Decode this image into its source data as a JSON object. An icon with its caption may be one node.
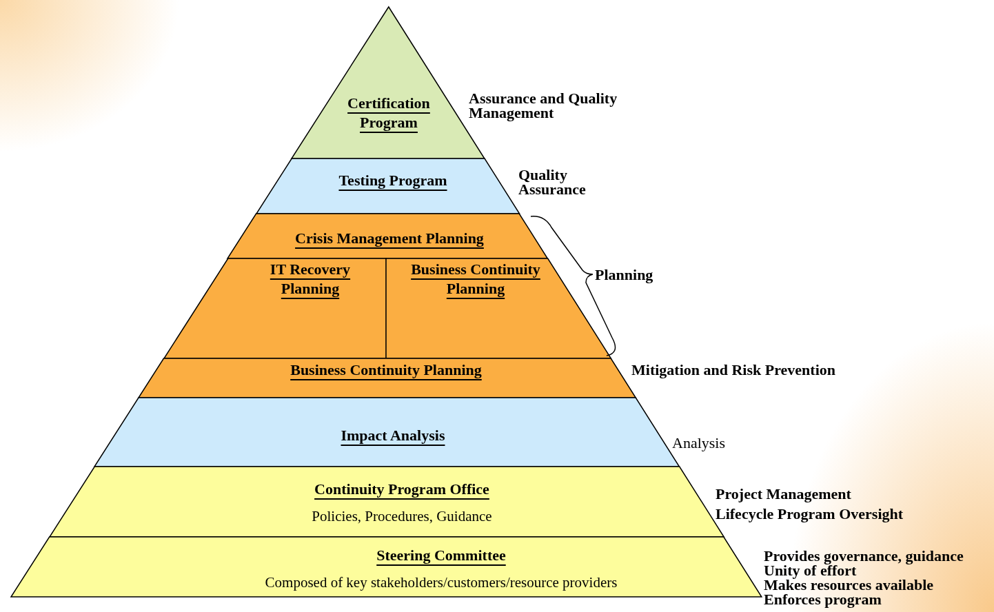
{
  "diagram": {
    "nodes": [
      {
        "text": [
          "Certification Program"
        ],
        "beside": [
          "Assurance and Quality Management"
        ]
      },
      {
        "text": [
          "Testing Program"
        ],
        "beside": [
          "Quality Assurance"
        ]
      },
      {
        "text": [
          "Crisis Management Planning"
        ]
      },
      {
        "text": [
          "IT Recovery Planning"
        ]
      },
      {
        "text": [
          "Business Continuity Planning"
        ]
      },
      {
        "text": [
          "Business Continuity Planning"
        ],
        "beside": [
          "Mitigation and Risk Prevention"
        ]
      },
      {
        "text": [
          "Impact Analysis"
        ],
        "beside": [
          "Analysis"
        ]
      },
      {
        "text": [
          "Continuity Program Office",
          "Policies, Procedures, Guidance"
        ],
        "beside": [
          "Project Management",
          "Lifecycle Program Oversight"
        ]
      },
      {
        "text": [
          "Steering Committee",
          "Composed of key stakeholders/customers/resource providers"
        ],
        "beside": [
          "Provides governance, guidance",
          "Unity of effort",
          "Makes resources available",
          "Enforces program"
        ]
      }
    ],
    "edges": [],
    "labels": [
      "Planning"
    ]
  }
}
